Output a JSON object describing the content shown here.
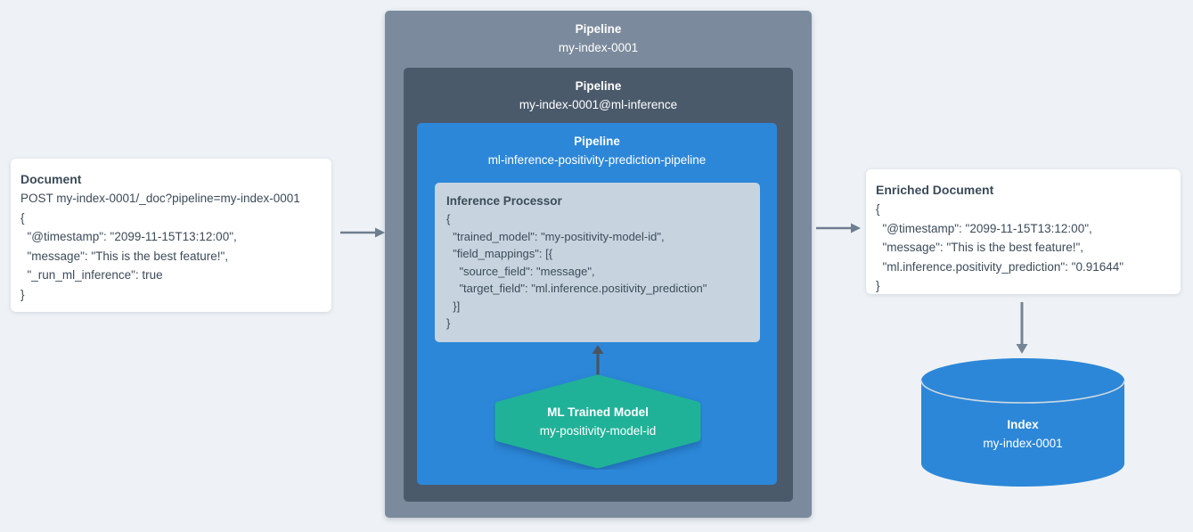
{
  "document_card": {
    "title": "Document",
    "lines": [
      "POST my-index-0001/_doc?pipeline=my-index-0001",
      "{",
      "  \"@timestamp\": \"2099-11-15T13:12:00\",",
      "  \"message\": \"This is the best feature!\",",
      "  \"_run_ml_inference\": true",
      "}"
    ]
  },
  "outer_pipeline": {
    "title": "Pipeline",
    "subtitle": "my-index-0001"
  },
  "ml_inference_pipeline": {
    "title": "Pipeline",
    "subtitle": "my-index-0001@ml-inference"
  },
  "inference_pipeline": {
    "title": "Pipeline",
    "subtitle": "ml-inference-positivity-prediction-pipeline"
  },
  "inference_processor": {
    "title": "Inference Processor",
    "lines": [
      "{",
      "  \"trained_model\": \"my-positivity-model-id\",",
      "  \"field_mappings\": [{",
      "    \"source_field\": \"message\",",
      "    \"target_field\": \"ml.inference.positivity_prediction\"",
      "  }]",
      "}"
    ]
  },
  "trained_model": {
    "title": "ML Trained Model",
    "subtitle": "my-positivity-model-id"
  },
  "enriched_card": {
    "title": "Enriched Document",
    "lines": [
      "{",
      "  \"@timestamp\": \"2099-11-15T13:12:00\",",
      "  \"message\": \"This is the best feature!\",",
      "  \"ml.inference.positivity_prediction\": \"0.91644\"",
      "}"
    ]
  },
  "index": {
    "title": "Index",
    "subtitle": "my-index-0001"
  },
  "colors": {
    "background": "#eef2f6",
    "outer_pipeline_box": "#7b8a9c",
    "ml_inference_pipeline_box": "#4a5a6b",
    "inference_pipeline_box": "#2c87d8",
    "processor_box": "#c7d4e0",
    "trained_model_hexagon": "#20b298",
    "index_cylinder": "#2c87d8",
    "card_background": "#ffffff",
    "card_text": "#3c4b59",
    "arrow_gray": "#6e7e8f",
    "arrow_dark": "#4a5560"
  }
}
